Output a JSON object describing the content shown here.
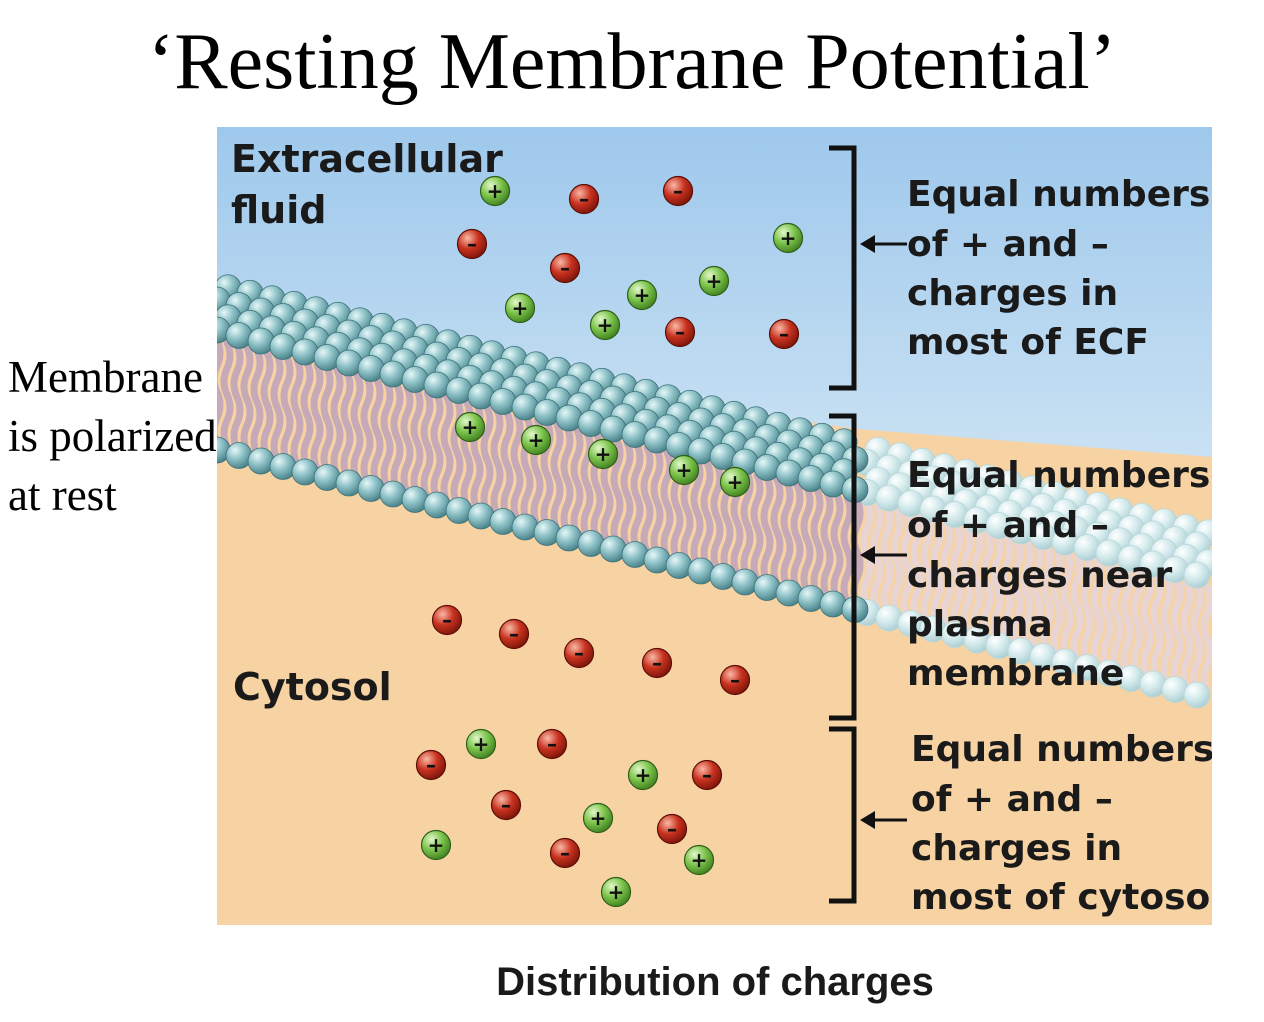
{
  "title": "‘Resting Membrane Potential’",
  "side_note": {
    "lines": [
      "Membrane",
      "is polarized",
      "at rest"
    ]
  },
  "diagram": {
    "region_labels": {
      "ecf": [
        "Extracellular",
        "fluid"
      ],
      "cytosol": "Cytosol"
    },
    "annotations": [
      {
        "lines": [
          "Equal numbers",
          "of + and –",
          "charges in",
          "most of ECF"
        ]
      },
      {
        "lines": [
          "Equal numbers",
          "of + and –",
          "charges near",
          "plasma",
          "membrane"
        ]
      },
      {
        "lines": [
          "Equal numbers",
          "of + and –",
          "charges in",
          "most of cytosol"
        ]
      }
    ],
    "ion_symbols": {
      "positive": "+",
      "negative": "–"
    },
    "colors": {
      "ecf_top": "#9ec8ec",
      "ecf_bottom": "#c9e1f3",
      "cytosol": "#f7d3a3",
      "head_group": "#7fb7bd",
      "tail": "#c7aab8",
      "cation": "#7cc44b",
      "anion": "#c8321f"
    }
  },
  "caption": "Distribution of charges"
}
